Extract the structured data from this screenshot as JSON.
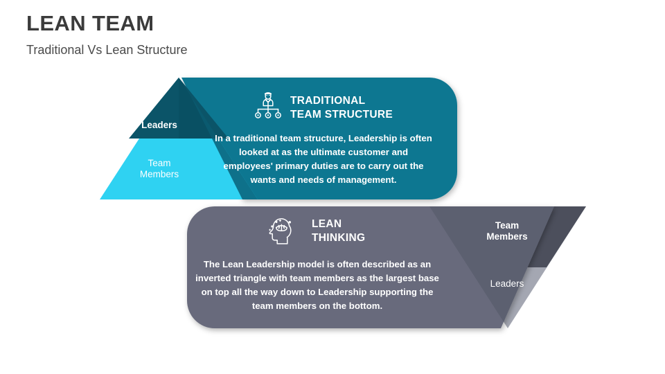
{
  "header": {
    "title": "LEAN TEAM",
    "subtitle": "Traditional Vs Lean Structure"
  },
  "traditional": {
    "icon": "org-chart-icon",
    "heading_line1": "TRADITIONAL",
    "heading_line2": "TEAM STRUCTURE",
    "body": "In a traditional team structure, Leadership is often looked at as the ultimate customer and employees' primary duties are to carry out the wants and needs of management.",
    "triangle": {
      "top_label": "Leaders",
      "bottom_label_line1": "Team",
      "bottom_label_line2": "Members",
      "top_color": "#0b5468",
      "bottom_color": "#2fd2f2"
    },
    "panel_color": "#0f7791",
    "panel_overlap_color": "#0d6c85"
  },
  "lean": {
    "icon": "head-brain-idea-icon",
    "heading_line1": "LEAN",
    "heading_line2": "THINKING",
    "body": "The Lean Leadership model is often described as an inverted triangle with team members as the largest base on top all the way down to Leadership supporting the team members on the bottom.",
    "triangle": {
      "top_label_line1": "Team",
      "top_label_line2": "Members",
      "bottom_label": "Leaders",
      "top_color": "#4c4f5c",
      "bottom_color": "#a4a7b2"
    },
    "panel_color": "#676b7b",
    "panel_overlap_color": "#5c606f"
  },
  "colors": {
    "background": "#ffffff",
    "title_text": "#3b3b3b",
    "subtitle_text": "#4a4a4a",
    "panel_text": "#ffffff"
  }
}
